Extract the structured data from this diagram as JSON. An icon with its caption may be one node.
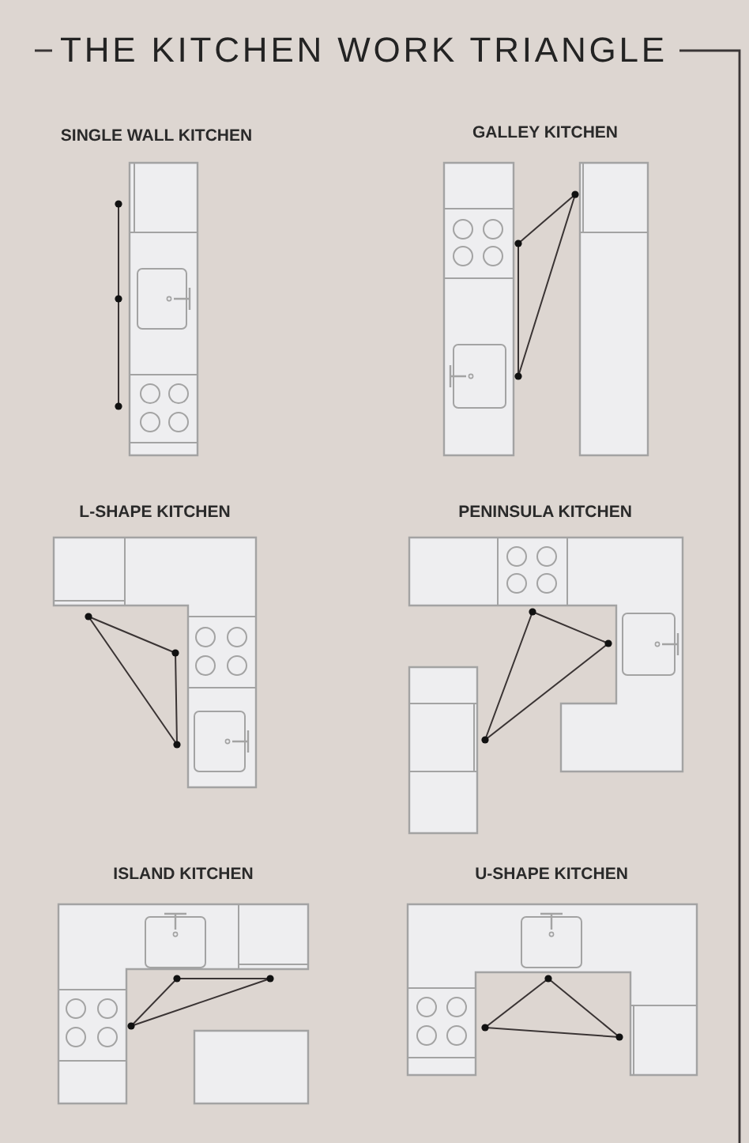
{
  "diagram": {
    "title": "THE KITCHEN WORK TRIANGLE",
    "labels": [
      "SINGLE WALL KITCHEN",
      "GALLEY KITCHEN",
      "L-SHAPE KITCHEN",
      "PENINSULA KITCHEN",
      "ISLAND KITCHEN",
      "U-SHAPE KITCHEN"
    ]
  }
}
